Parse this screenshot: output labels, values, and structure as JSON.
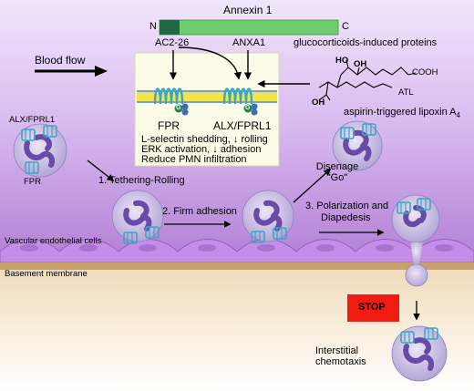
{
  "protein": {
    "name": "Annexin 1",
    "n_term": "N",
    "c_term": "C"
  },
  "labels": {
    "ac2_26": "AC2-26",
    "anxa1": "ANXA1",
    "gc_induced": "glucocorticoids-induced proteins",
    "blood_flow": "Blood flow",
    "ho": "HO",
    "oh_top": "OH",
    "cooh": "COOH",
    "atl": "ATL",
    "oh_bottom": "OH",
    "aspirin": "aspirin-triggered lipoxin A",
    "aspirin_sub": "4",
    "g1": "G",
    "g2": "G",
    "fpr": "FPR",
    "alx_fprl1": "ALX/FPRL1",
    "effects_1": "L-selectin shedding, ↓ rolling",
    "effects_2": "ERK activation, ↓ adhesion",
    "effects_3": "Reduce PMN infiltration",
    "cell_alx": "ALX/FPRL1",
    "cell_fpr": "FPR",
    "step1": "1. Tethering-Rolling",
    "step2": "2. Firm adhesion",
    "disengage": "Disenage",
    "go": "\"Go\"",
    "step3a": "3. Polarization and",
    "step3b": "Diapedesis",
    "vascular": "Vascular endothelial cells",
    "basement": "Basement membrane",
    "stop": "STOP",
    "interstitial_1": "Interstitial",
    "interstitial_2": "chemotaxis"
  },
  "colors": {
    "vessel_top": "#e9d9f7",
    "vessel_bottom": "#b07ad4",
    "endothelium": "#c58ae3",
    "basement": "#c9a26a",
    "tissue_top": "#f2dfc2",
    "tissue_bottom": "#ffffff",
    "panel": "#fbfbe7",
    "membrane": "#f2e44c",
    "receptor": "#3aa7c7",
    "gprotein": "#2c7f4f",
    "protein_bar": "#6fcf6f",
    "protein_end": "#1e6b43",
    "stop_bg": "#f21b11",
    "cell": "#c4b8e0",
    "nucleus": "#8b6cc0"
  },
  "icons": [
    "neutrophil-icon",
    "receptor-icon",
    "arrow-icon",
    "lipoxin-structure-icon"
  ]
}
